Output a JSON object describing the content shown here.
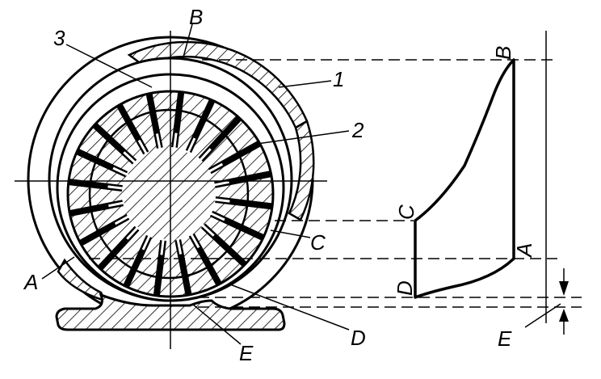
{
  "labels": {
    "part_1": "1",
    "part_2": "2",
    "part_3": "3",
    "point_A": "A",
    "point_B": "B",
    "point_C": "C",
    "point_D": "D",
    "point_E": "E",
    "profile_A": "A",
    "profile_B": "B",
    "profile_C": "C",
    "profile_D": "D",
    "dim_E": "E"
  },
  "colors": {
    "ink": "#000000",
    "paper": "#ffffff"
  }
}
